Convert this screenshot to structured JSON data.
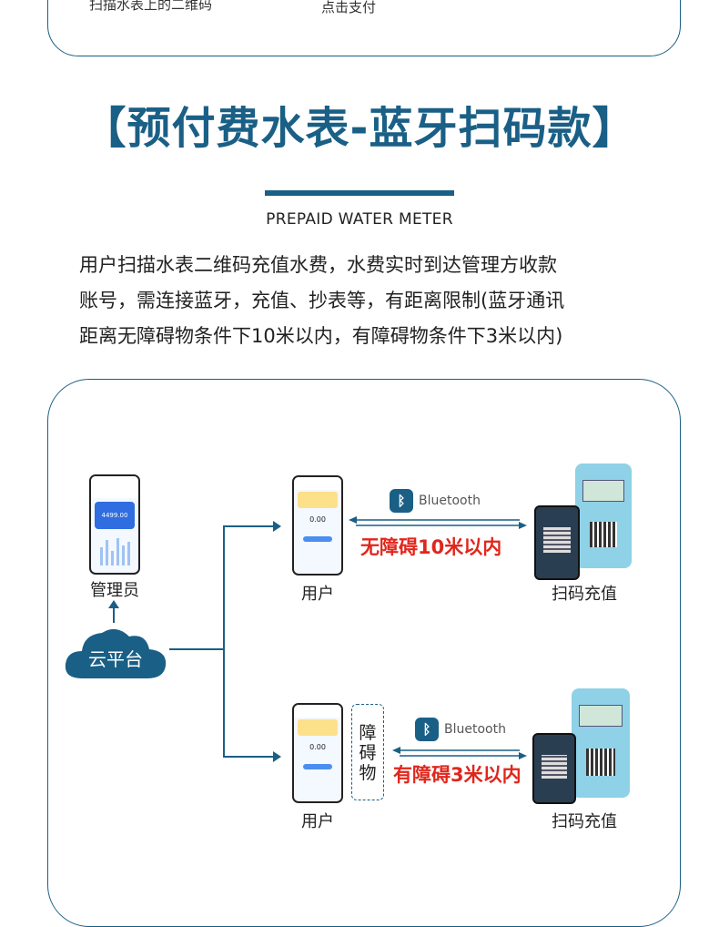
{
  "top": {
    "left_caption": "扫描水表上的二维码",
    "right_caption": "点击支付"
  },
  "header": {
    "title": "【预付费水表-蓝牙扫码款】",
    "subtitle": "PREPAID WATER METER"
  },
  "description": {
    "line1": "用户扫描水表二维码充值水费，水费实时到达管理方收款",
    "line2": "账号，需连接蓝牙，充值、抄表等，有距离限制(蓝牙通讯",
    "line3": "距离无障碍物条件下10米以内，有障碍物条件下3米以内)"
  },
  "diagram": {
    "admin_label": "管理员",
    "cloud_label": "云平台",
    "admin_amount": "4499.00",
    "phone_amount": "0.00",
    "row1": {
      "user_label": "用户",
      "bluetooth": "Bluetooth",
      "distance": "无障碍10米以内",
      "scan_label": "扫码充值"
    },
    "row2": {
      "user_label": "用户",
      "obstacle": "障碍物",
      "obstacle_l1": "障",
      "obstacle_l2": "碍",
      "obstacle_l3": "物",
      "bluetooth": "Bluetooth",
      "distance": "有障碍3米以内",
      "scan_label": "扫码充值"
    }
  },
  "colors": {
    "brand": "#1a5f86",
    "alert": "#e1261c"
  }
}
